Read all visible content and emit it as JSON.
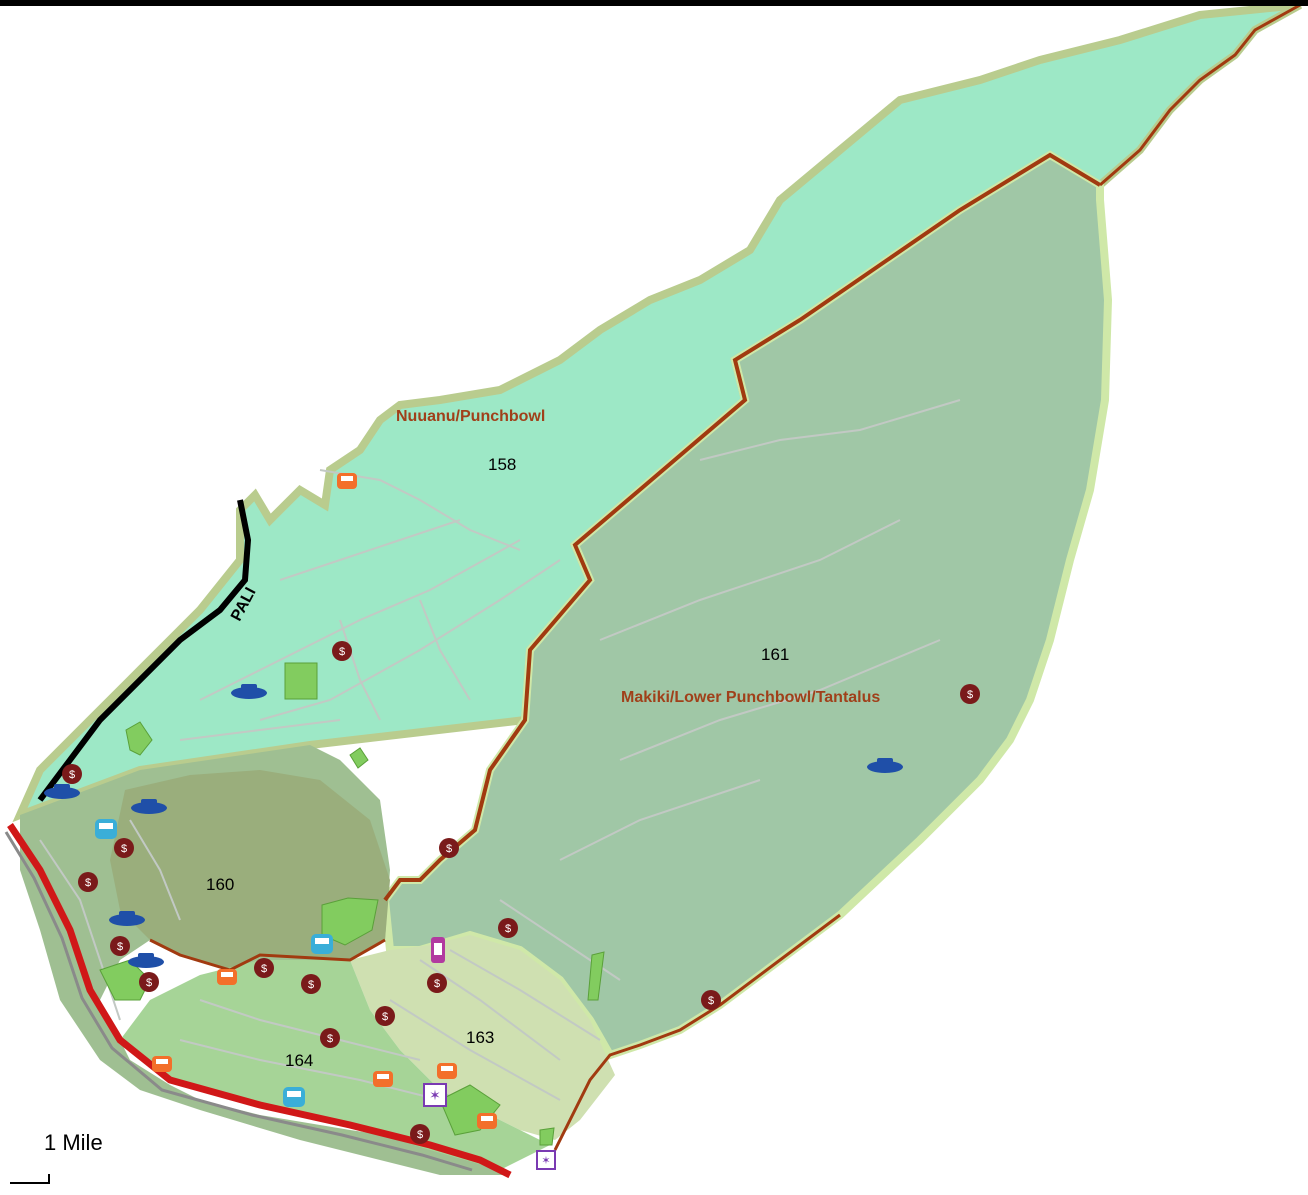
{
  "map": {
    "regions": [
      {
        "id": "nuuanu",
        "label": "Nuuanu/Punchbowl"
      },
      {
        "id": "makiki",
        "label": "Makiki/Lower Punchbowl/Tantalus"
      }
    ],
    "tracts": [
      "158",
      "161",
      "160",
      "163",
      "164"
    ],
    "road_label": "PALI",
    "scale_label": "1 Mile",
    "colors": {
      "nuuanu_fill": "#9de8c6",
      "makiki_fill": "#a0c7a6",
      "district160_fill": "#9aae7c",
      "district163_fill": "#cfe0b1",
      "district164_fill": "#a6d497",
      "boundary": "#a13a10",
      "coast_outline": "#b9cc8e",
      "roads": "#c2c9c4",
      "highway": "#d01818",
      "park": "#82cc5f",
      "crime_money": "#7a1a1a",
      "crime_car_theft": "#f36f2a",
      "crime_police": "#1f4fa8",
      "crime_vehicle": "#3aaed8"
    },
    "incident_icons": [
      "money-bag-icon",
      "car-theft-icon",
      "police-car-icon",
      "vehicle-icon",
      "graffiti-icon",
      "vandalism-icon"
    ]
  }
}
